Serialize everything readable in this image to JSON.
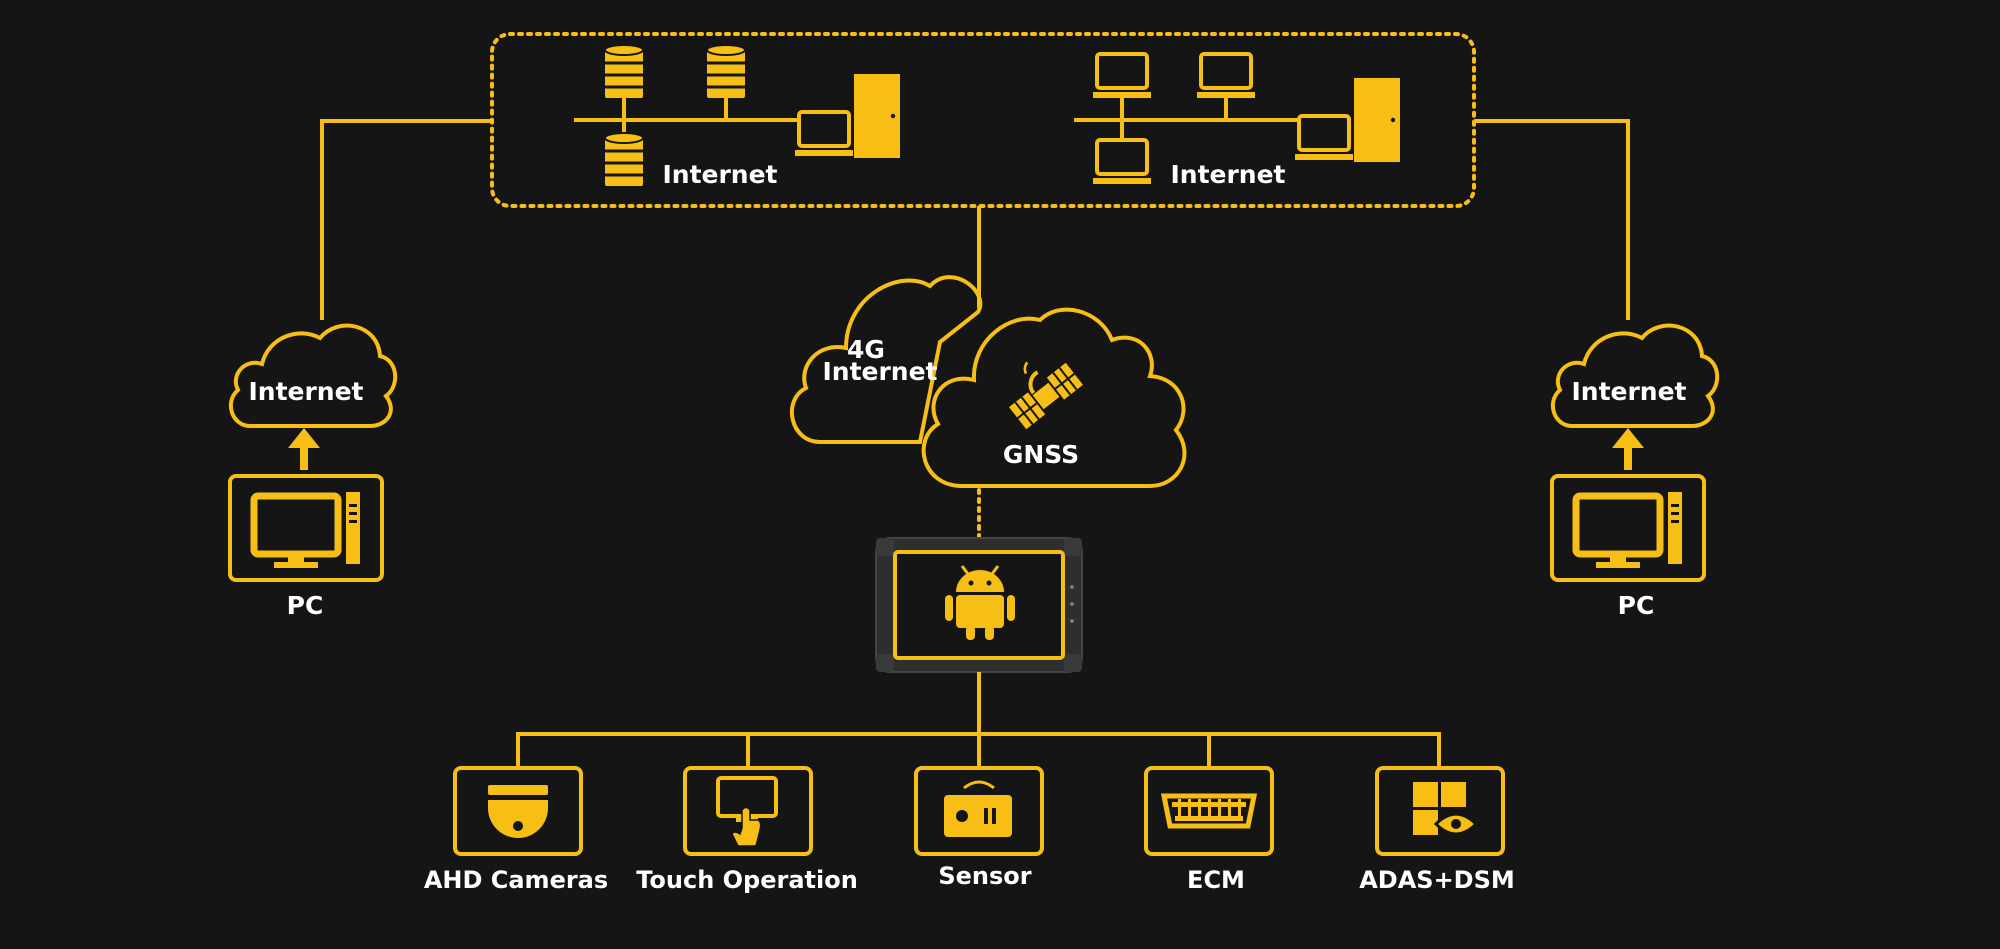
{
  "colors": {
    "background": "#151515",
    "accent": "#F7BE16",
    "text": "#FFFFFF",
    "device_frame": "#2E2E2E"
  },
  "server_group_left": {
    "label": "Internet"
  },
  "server_group_right": {
    "label": "Internet"
  },
  "cloud_left": {
    "label": "Internet"
  },
  "cloud_right": {
    "label": "Internet"
  },
  "cloud_4g": {
    "label_line1": "4G",
    "label_line2": "Internet"
  },
  "cloud_gnss": {
    "label": "GNSS",
    "icon": "satellite-icon"
  },
  "pc_left": {
    "label": "PC",
    "icon": "desktop-computer-icon"
  },
  "pc_right": {
    "label": "PC",
    "icon": "desktop-computer-icon"
  },
  "tablet": {
    "icon": "android-icon"
  },
  "peripherals": [
    {
      "label": "AHD Cameras",
      "icon": "dome-camera-icon"
    },
    {
      "label": "Touch Operation",
      "icon": "touch-screen-icon"
    },
    {
      "label": "Sensor",
      "icon": "sensor-icon"
    },
    {
      "label": "ECM",
      "icon": "connector-port-icon"
    },
    {
      "label": "ADAS+DSM",
      "icon": "adas-eye-icon"
    }
  ]
}
